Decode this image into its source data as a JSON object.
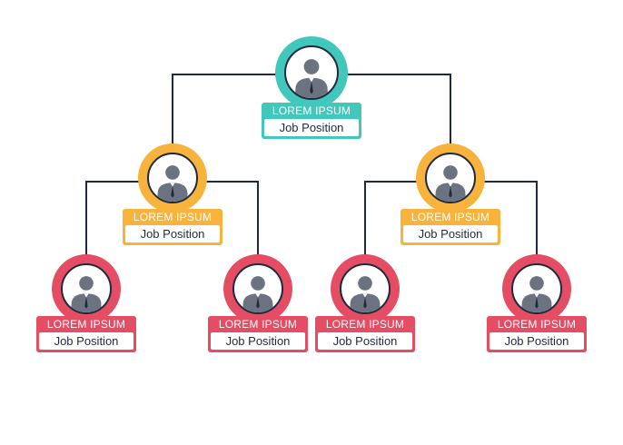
{
  "colors": {
    "top": "#42c7bd",
    "middle": "#f7b33b",
    "bottom": "#e44d64",
    "line": "#1f2a3d"
  },
  "nodes": [
    {
      "id": "ceo",
      "level": "top",
      "name": "LOREM IPSUM",
      "role": "Job Position",
      "icon": "person-icon"
    },
    {
      "id": "manager-left",
      "level": "middle",
      "name": "LOREM IPSUM",
      "role": "Job Position",
      "icon": "person-icon"
    },
    {
      "id": "manager-right",
      "level": "middle",
      "name": "LOREM IPSUM",
      "role": "Job Position",
      "icon": "person-icon"
    },
    {
      "id": "staff-1",
      "level": "bottom",
      "name": "LOREM IPSUM",
      "role": "Job Position",
      "icon": "person-icon"
    },
    {
      "id": "staff-2",
      "level": "bottom",
      "name": "LOREM IPSUM",
      "role": "Job Position",
      "icon": "person-icon"
    },
    {
      "id": "staff-3",
      "level": "bottom",
      "name": "LOREM IPSUM",
      "role": "Job Position",
      "icon": "person-icon"
    },
    {
      "id": "staff-4",
      "level": "bottom",
      "name": "LOREM IPSUM",
      "role": "Job Position",
      "icon": "person-icon"
    }
  ]
}
